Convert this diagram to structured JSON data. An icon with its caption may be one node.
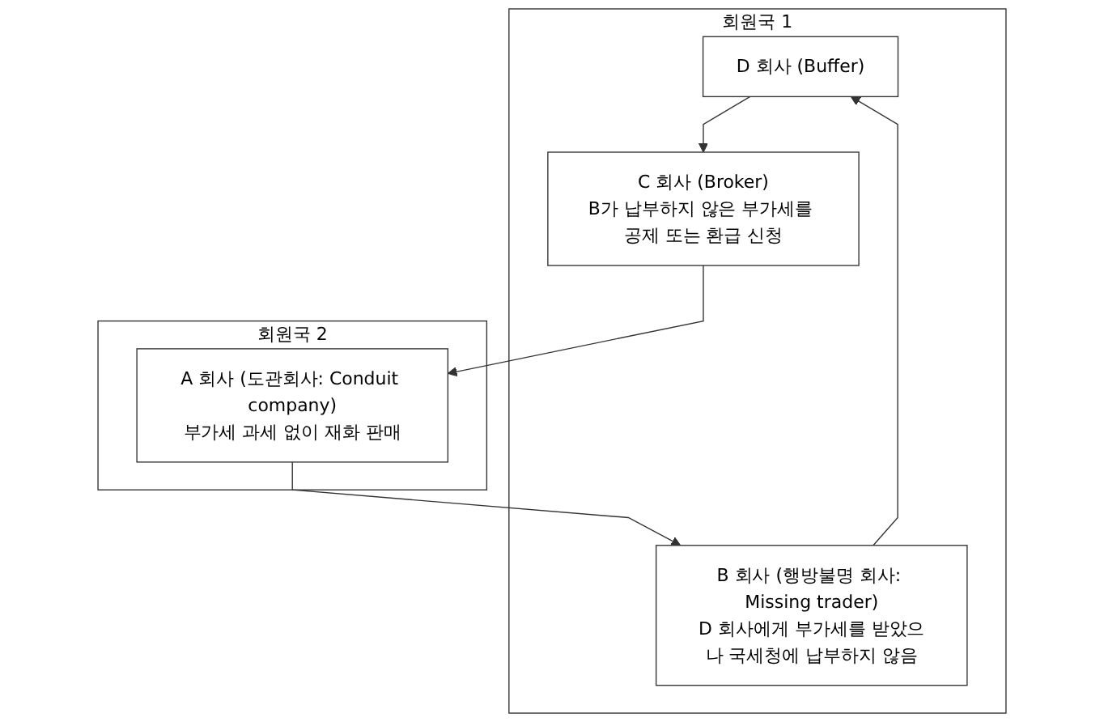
{
  "diagram": {
    "nodes": [
      {
        "text": [
          "회원국 1"
        ]
      },
      {
        "text": [
          "D 회사 (Buffer)"
        ],
        "in": 0
      },
      {
        "text": [
          "B 회사 (행방불명 회사: Missing trader)",
          "D 회사에게 부가세를 받았으나 국세청에 납부하지 않음"
        ],
        "in": 0
      },
      {
        "text": [
          "C 회사 (Broker)",
          "B가 납부하지 않은 부가세를 공제 또는 환급 신청"
        ],
        "in": 0
      },
      {
        "text": [
          "회원국 2"
        ]
      },
      {
        "text": [
          "A 회사 (도관회사: Conduit company)",
          "부가세 과세 없이 재화 판매"
        ],
        "in": 4
      }
    ],
    "edges": [
      {
        "from": 2,
        "to": 1,
        "arrow": "to"
      },
      {
        "from": 1,
        "to": 3,
        "arrow": "to"
      },
      {
        "from": 3,
        "to": 5,
        "arrow": "to"
      },
      {
        "from": 5,
        "to": 2,
        "arrow": "to"
      }
    ]
  }
}
